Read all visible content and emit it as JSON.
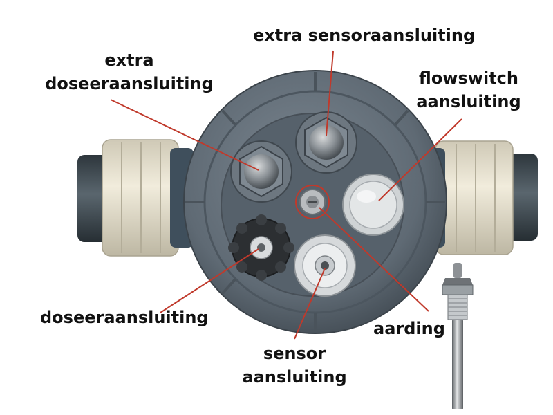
{
  "labels": {
    "extra_sensor": "extra sensoraansluiting",
    "extra_dosing_line1": "extra",
    "extra_dosing_line2": "doseeraansluiting",
    "flowswitch_line1": "flowswitch",
    "flowswitch_line2": "aansluiting",
    "dosing": "doseeraansluiting",
    "ground": "aarding",
    "sensor_line1": "sensor",
    "sensor_line2": "aansluiting"
  },
  "colors": {
    "housing": "#5f6a74",
    "housing_dark": "#454e57",
    "fitting_cream": "#e7e2d0",
    "pipe": "#3d4850",
    "leader": "#c0392b",
    "metal": "#b9bcbf"
  }
}
